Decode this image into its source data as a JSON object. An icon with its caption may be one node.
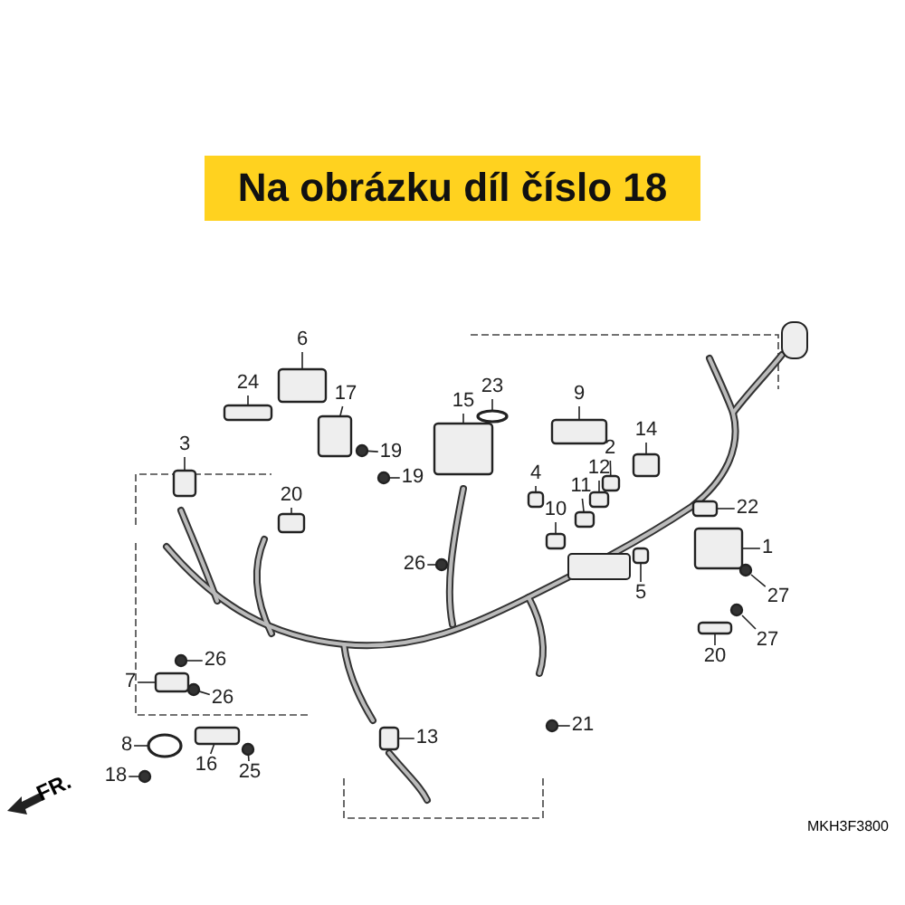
{
  "diagram": {
    "title": "Na obrázku díl číslo 18",
    "nodes": [
      {
        "text": [
          "6"
        ]
      },
      {
        "text": [
          "24"
        ]
      },
      {
        "text": [
          "17"
        ]
      },
      {
        "text": [
          "15"
        ]
      },
      {
        "text": [
          "23"
        ]
      },
      {
        "text": [
          "9"
        ]
      },
      {
        "text": [
          "14"
        ]
      },
      {
        "text": [
          "3"
        ]
      },
      {
        "text": [
          "2"
        ]
      },
      {
        "text": [
          "19"
        ]
      },
      {
        "text": [
          "19"
        ]
      },
      {
        "text": [
          "12"
        ]
      },
      {
        "text": [
          "20"
        ]
      },
      {
        "text": [
          "4"
        ]
      },
      {
        "text": [
          "11"
        ]
      },
      {
        "text": [
          "10"
        ]
      },
      {
        "text": [
          "22"
        ]
      },
      {
        "text": [
          "1"
        ]
      },
      {
        "text": [
          "26"
        ]
      },
      {
        "text": [
          "5"
        ]
      },
      {
        "text": [
          "27"
        ]
      },
      {
        "text": [
          "27"
        ]
      },
      {
        "text": [
          "20"
        ]
      },
      {
        "text": [
          "7"
        ]
      },
      {
        "text": [
          "26"
        ]
      },
      {
        "text": [
          "26"
        ]
      },
      {
        "text": [
          "13"
        ]
      },
      {
        "text": [
          "8"
        ]
      },
      {
        "text": [
          "16"
        ]
      },
      {
        "text": [
          "25"
        ]
      },
      {
        "text": [
          "21"
        ]
      },
      {
        "text": [
          "18"
        ]
      },
      {
        "text": [],
        "shape": "box"
      },
      {
        "text": [],
        "shape": "box"
      },
      {
        "text": [],
        "shape": "box"
      },
      {
        "text": [],
        "shape": "box"
      },
      {
        "text": [],
        "shape": "ellipse"
      },
      {
        "text": [],
        "shape": "box"
      },
      {
        "text": [],
        "shape": "box"
      },
      {
        "text": [],
        "shape": "box"
      },
      {
        "text": [],
        "shape": "box"
      },
      {
        "text": [],
        "shape": "circle"
      },
      {
        "text": [],
        "shape": "circle"
      },
      {
        "text": [],
        "shape": "box"
      },
      {
        "text": [],
        "shape": "box"
      },
      {
        "text": [],
        "shape": "box"
      },
      {
        "text": [],
        "shape": "box"
      },
      {
        "text": [],
        "shape": "box"
      },
      {
        "text": [],
        "shape": "box"
      },
      {
        "text": [],
        "shape": "box"
      },
      {
        "text": [],
        "shape": "circle"
      },
      {
        "text": [],
        "shape": "box"
      },
      {
        "text": [],
        "shape": "circle"
      },
      {
        "text": [],
        "shape": "circle"
      },
      {
        "text": [],
        "shape": "box"
      },
      {
        "text": [],
        "shape": "box"
      },
      {
        "text": [],
        "shape": "circle"
      },
      {
        "text": [],
        "shape": "circle"
      },
      {
        "text": [],
        "shape": "box"
      },
      {
        "text": [],
        "shape": "ellipse"
      },
      {
        "text": [],
        "shape": "box"
      },
      {
        "text": [],
        "shape": "circle"
      },
      {
        "text": [],
        "shape": "circle"
      },
      {
        "text": [],
        "shape": "circle"
      }
    ],
    "edges": [
      {
        "from": 0,
        "to": 32,
        "arrow": "none"
      },
      {
        "from": 1,
        "to": 33,
        "arrow": "none"
      },
      {
        "from": 2,
        "to": 34,
        "arrow": "none"
      },
      {
        "from": 3,
        "to": 35,
        "arrow": "none"
      },
      {
        "from": 4,
        "to": 36,
        "arrow": "none"
      },
      {
        "from": 5,
        "to": 37,
        "arrow": "none"
      },
      {
        "from": 6,
        "to": 38,
        "arrow": "none"
      },
      {
        "from": 7,
        "to": 39,
        "arrow": "none"
      },
      {
        "from": 8,
        "to": 40,
        "arrow": "none"
      },
      {
        "from": 9,
        "to": 41,
        "arrow": "none"
      },
      {
        "from": 10,
        "to": 42,
        "arrow": "none"
      },
      {
        "from": 11,
        "to": 43,
        "arrow": "none"
      },
      {
        "from": 12,
        "to": 44,
        "arrow": "none"
      },
      {
        "from": 13,
        "to": 45,
        "arrow": "none"
      },
      {
        "from": 14,
        "to": 46,
        "arrow": "none"
      },
      {
        "from": 15,
        "to": 47,
        "arrow": "none"
      },
      {
        "from": 16,
        "to": 48,
        "arrow": "none"
      },
      {
        "from": 17,
        "to": 49,
        "arrow": "none"
      },
      {
        "from": 18,
        "to": 50,
        "arrow": "none"
      },
      {
        "from": 19,
        "to": 51,
        "arrow": "none"
      },
      {
        "from": 20,
        "to": 52,
        "arrow": "none"
      },
      {
        "from": 21,
        "to": 53,
        "arrow": "none"
      },
      {
        "from": 22,
        "to": 54,
        "arrow": "none"
      },
      {
        "from": 23,
        "to": 55,
        "arrow": "none"
      },
      {
        "from": 24,
        "to": 56,
        "arrow": "none"
      },
      {
        "from": 25,
        "to": 57,
        "arrow": "none"
      },
      {
        "from": 26,
        "to": 58,
        "arrow": "none"
      },
      {
        "from": 27,
        "to": 59,
        "arrow": "none"
      },
      {
        "from": 28,
        "to": 60,
        "arrow": "none"
      },
      {
        "from": 29,
        "to": 61,
        "arrow": "none"
      },
      {
        "from": 30,
        "to": 62,
        "arrow": "none"
      },
      {
        "from": 31,
        "to": 63,
        "arrow": "none"
      }
    ],
    "labels": [
      "FR.",
      "MKH3F3800"
    ]
  }
}
